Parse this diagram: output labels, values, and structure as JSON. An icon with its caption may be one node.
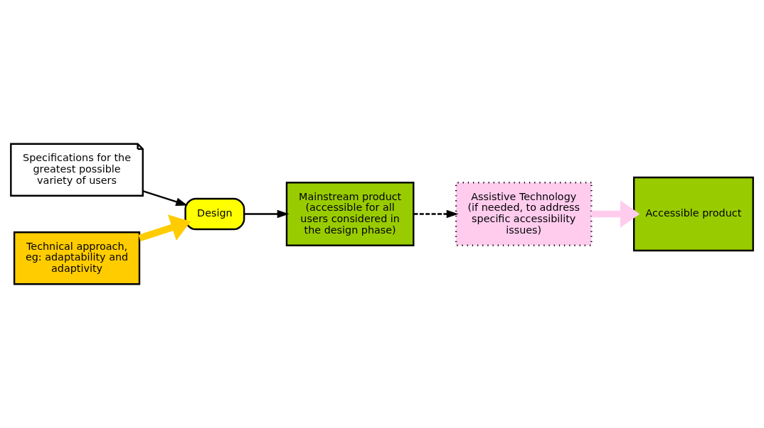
{
  "diagram": {
    "nodes": [
      {
        "text": [
          "Specifications for the greatest possible variety of users"
        ]
      },
      {
        "text": [
          "Design"
        ]
      },
      {
        "text": [
          "Technical approach, eg: adaptability and adaptivity"
        ]
      },
      {
        "text": [
          "Mainstream product (accessible for all users considered in the design phase)"
        ]
      },
      {
        "text": [
          "Assistive Technology (if needed, to address specific accessibility issues)"
        ]
      },
      {
        "text": [
          "Accessible product"
        ]
      }
    ],
    "edges": [
      {
        "from": 0,
        "to": 1,
        "arrow": "to"
      },
      {
        "from": 2,
        "to": 1,
        "arrow": "to",
        "style": "thick",
        "color": "#ffcc00"
      },
      {
        "from": 1,
        "to": 3,
        "arrow": "to"
      },
      {
        "from": 3,
        "to": 4,
        "arrow": "to",
        "style": "dashed"
      },
      {
        "from": 4,
        "to": 5,
        "arrow": "to",
        "style": "thick",
        "color": "#ffccee"
      }
    ]
  }
}
